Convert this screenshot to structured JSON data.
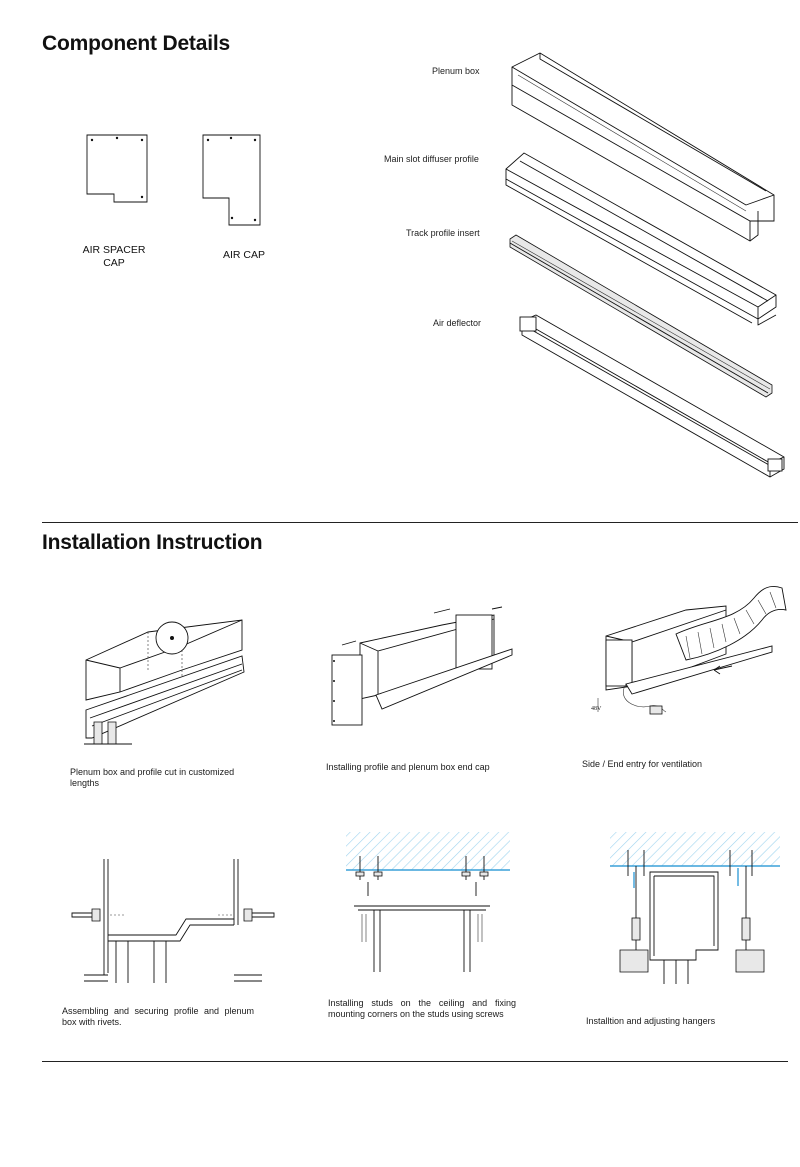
{
  "sections": {
    "component_details": "Component Details",
    "installation_instruction": "Installation Instruction"
  },
  "components": {
    "air_spacer_cap": "AIR SPACER\nCAP",
    "air_cap": "AIR CAP",
    "plenum_box": "Plenum box",
    "main_slot": "Main slot diffuser profile",
    "track_insert": "Track profile insert",
    "air_deflector": "Air deflector"
  },
  "steps": [
    {
      "caption": "Plenum box and profile cut in customized lengths"
    },
    {
      "caption": "Installing profile and plenum box end cap"
    },
    {
      "caption": "Side / End entry for ventilation"
    },
    {
      "caption": "Assembling and securing profile and plenum box with rivets."
    },
    {
      "caption": "Installing  studs on the ceiling and fixing mounting corners on the studs using screws"
    },
    {
      "caption": "Installtion and adjusting hangers"
    }
  ],
  "diagram_text": {
    "voltage": "48V"
  },
  "colors": {
    "ceiling_line": "#3aa0d8",
    "hatch": "#9fd3ee"
  }
}
